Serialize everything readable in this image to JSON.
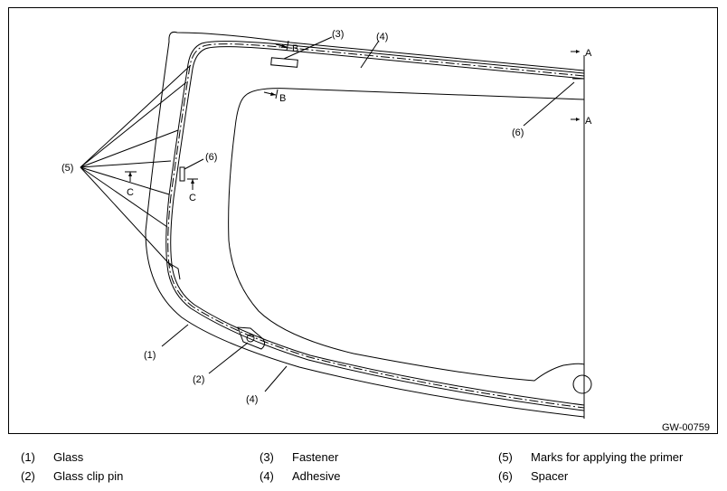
{
  "figure_code": "GW-00759",
  "callouts": {
    "c1": "(1)",
    "c2": "(2)",
    "c3": "(3)",
    "c4a": "(4)",
    "c4b": "(4)",
    "c5": "(5)",
    "c6a": "(6)",
    "c6b": "(6)"
  },
  "section_marks": {
    "a_top": "A",
    "a_mid": "A",
    "b_top": "B",
    "b_inner": "B",
    "c_left": "C",
    "c_right": "C"
  },
  "legend": [
    {
      "num": "(1)",
      "text": "Glass"
    },
    {
      "num": "(2)",
      "text": "Glass clip pin"
    },
    {
      "num": "(3)",
      "text": "Fastener"
    },
    {
      "num": "(4)",
      "text": "Adhesive"
    },
    {
      "num": "(5)",
      "text": "Marks for applying the primer"
    },
    {
      "num": "(6)",
      "text": "Spacer"
    }
  ]
}
